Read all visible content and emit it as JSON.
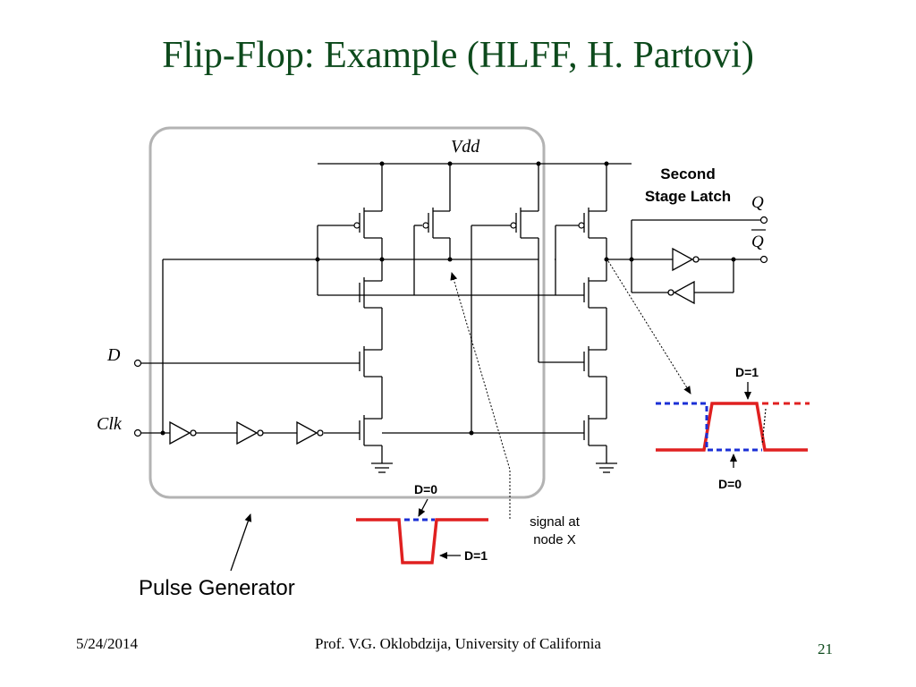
{
  "slide": {
    "title": "Flip-Flop: Example (HLFF, H. Partovi)"
  },
  "circuit": {
    "vdd_label": "Vdd",
    "input_d_label": "D",
    "input_clk_label": "Clk",
    "output_q_label": "Q",
    "output_qbar_label": "Q",
    "second_stage_label_line1": "Second",
    "second_stage_label_line2": "Stage Latch",
    "pulse_generator_label": "Pulse Generator"
  },
  "waveform_x": {
    "caption_line1": "signal at",
    "caption_line2": "node X",
    "d0_label": "D=0",
    "d1_label": "D=1"
  },
  "waveform_out": {
    "d1_label": "D=1",
    "d0_label": "D=0"
  },
  "colors": {
    "title": "#0d4a1c",
    "wire": "#000000",
    "waveform_red": "#e02020",
    "waveform_blue": "#1a2fd6",
    "box": "#b3b3b3"
  },
  "footer": {
    "date": "5/24/2014",
    "author": "Prof. V.G. Oklobdzija, University of California",
    "page": "21"
  }
}
